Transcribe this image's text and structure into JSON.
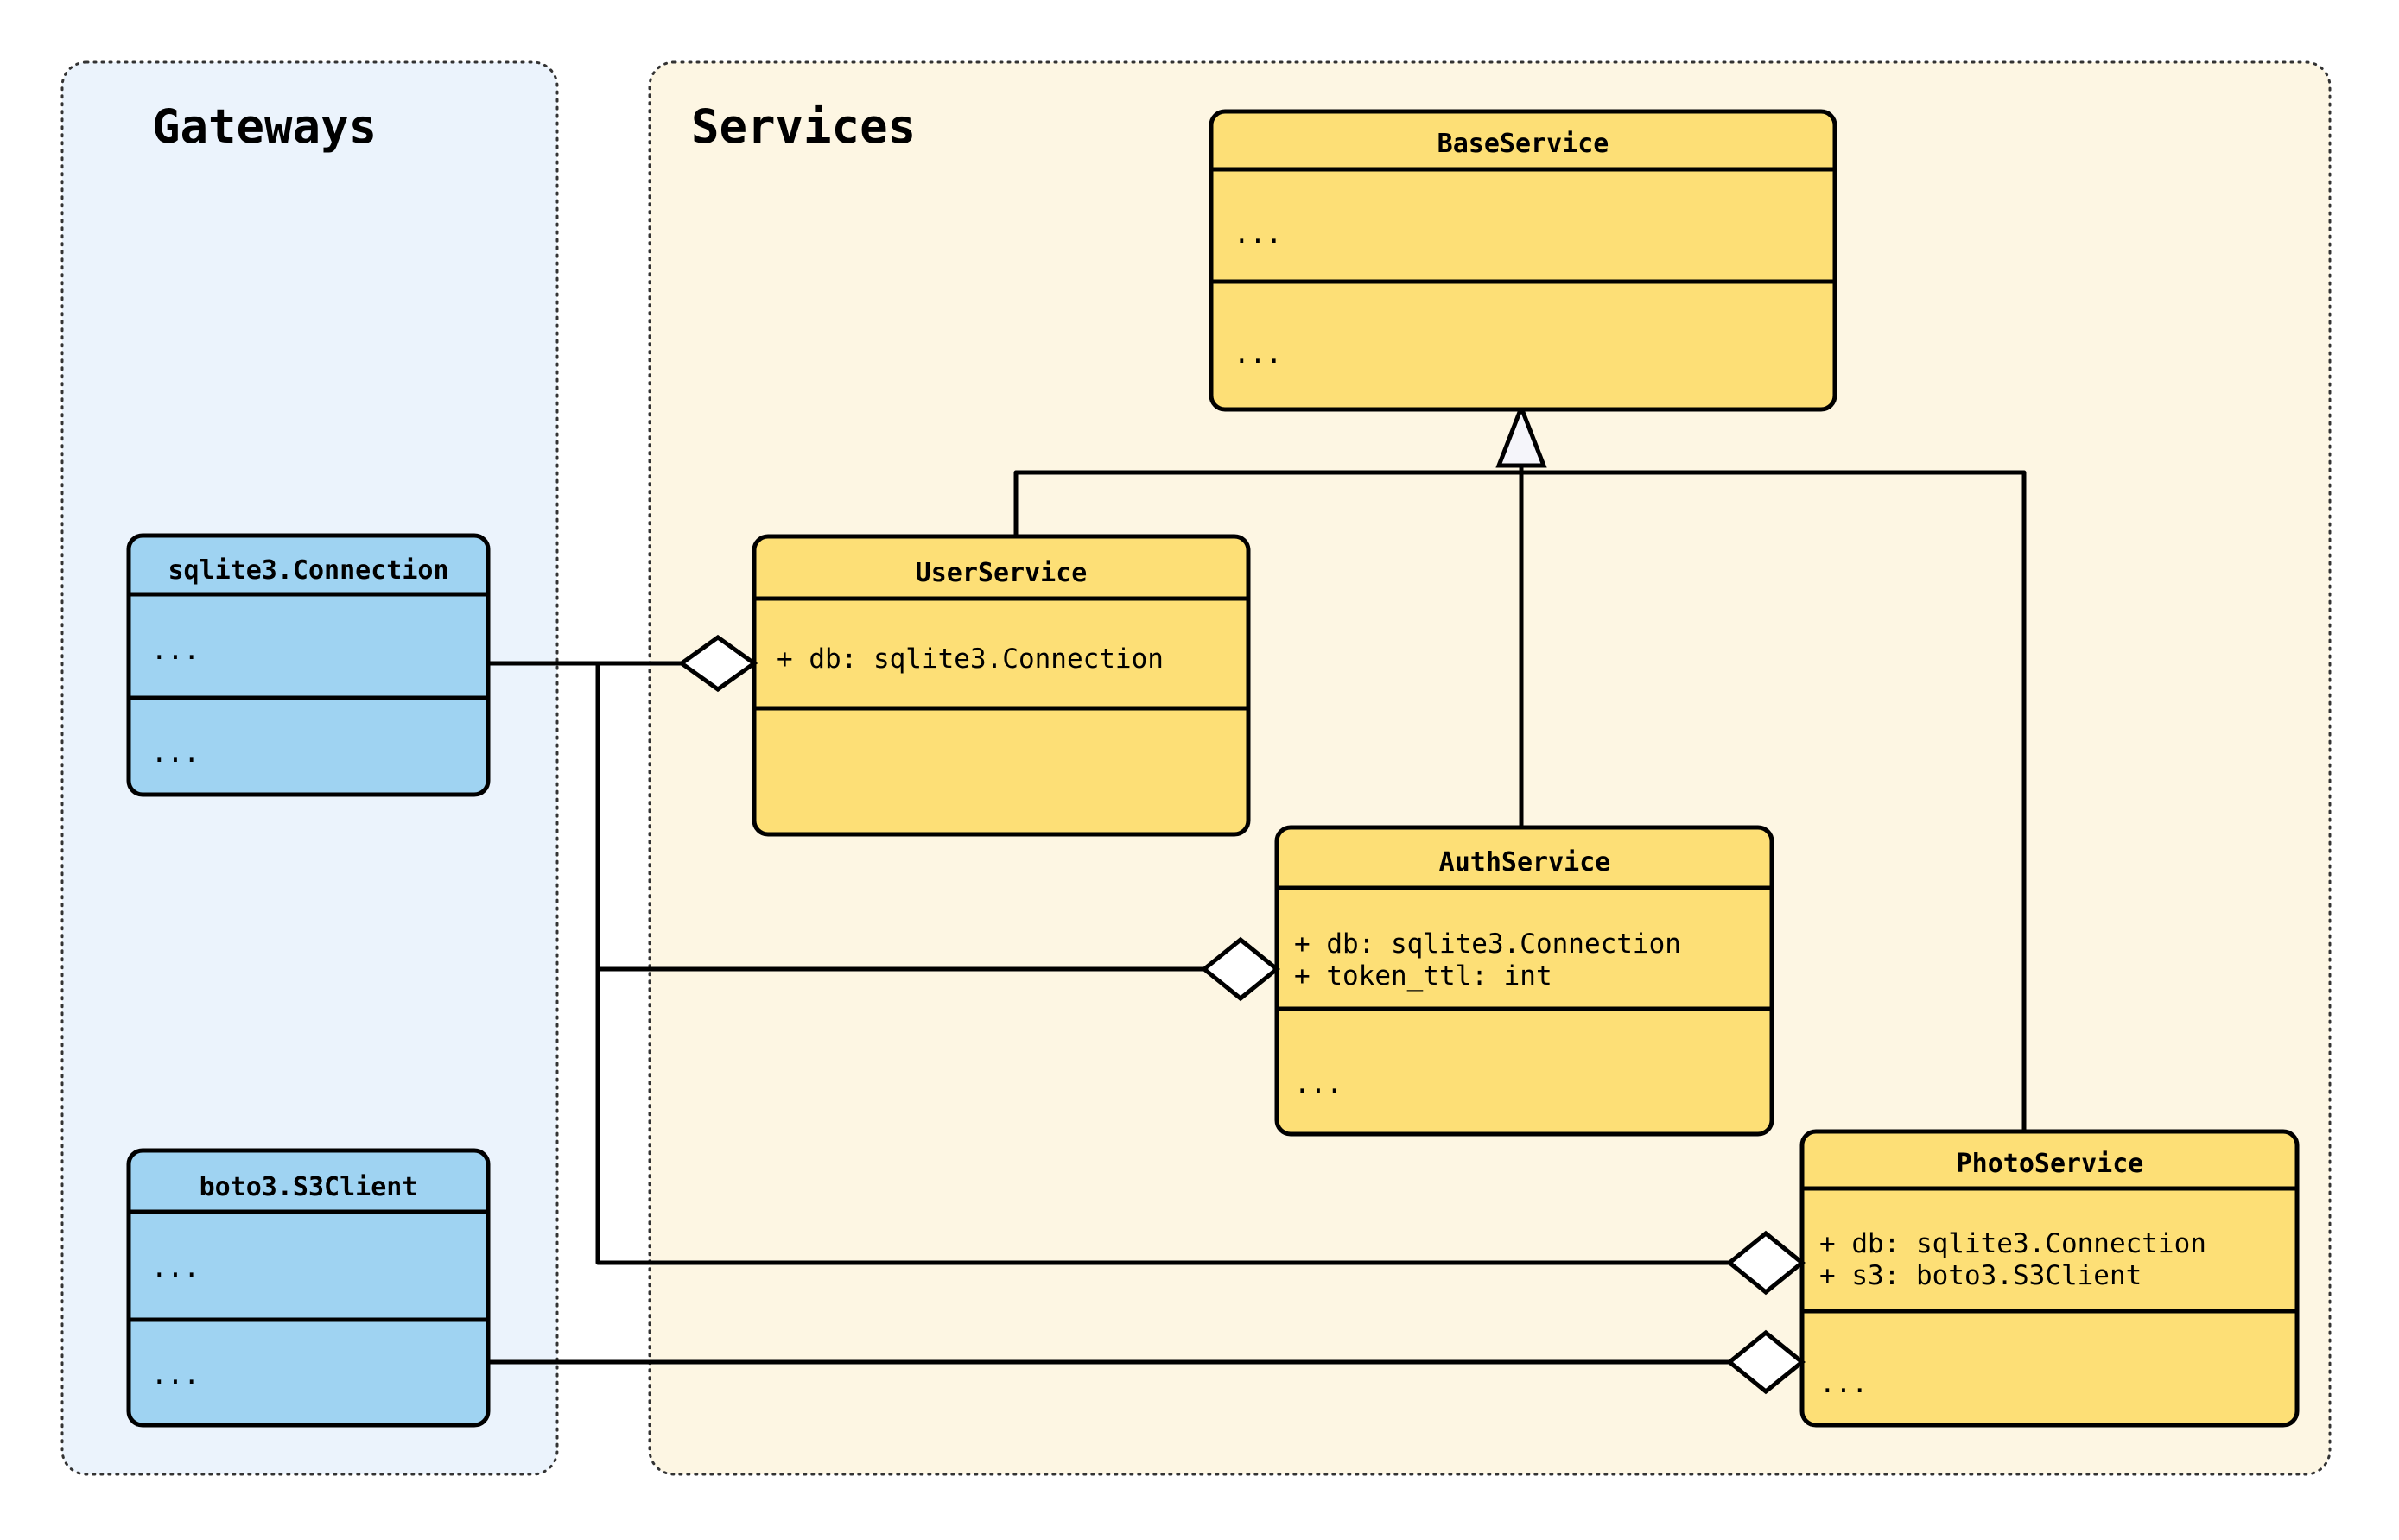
{
  "diagram": {
    "type": "uml-class-diagram",
    "background": "#ffffff",
    "packages": [
      {
        "id": "gateways",
        "title": "Gateways",
        "fill": "#ebf3fc",
        "border": "#333333"
      },
      {
        "id": "services",
        "title": "Services",
        "fill": "#fdf6e3",
        "border": "#333333"
      }
    ],
    "classes": [
      {
        "id": "sqlite3-connection",
        "name": "sqlite3.Connection",
        "package": "gateways",
        "fill": "#9fd3f2",
        "attributes": [
          "..."
        ],
        "methods": [
          "..."
        ]
      },
      {
        "id": "boto3-s3client",
        "name": "boto3.S3Client",
        "package": "gateways",
        "fill": "#9fd3f2",
        "attributes": [
          "..."
        ],
        "methods": [
          "..."
        ]
      },
      {
        "id": "baseservice",
        "name": "BaseService",
        "package": "services",
        "fill": "#fddf76",
        "attributes": [
          "..."
        ],
        "methods": [
          "..."
        ]
      },
      {
        "id": "userservice",
        "name": "UserService",
        "package": "services",
        "fill": "#fddf76",
        "attributes": [
          "+ db: sqlite3.Connection"
        ],
        "methods": []
      },
      {
        "id": "authservice",
        "name": "AuthService",
        "package": "services",
        "fill": "#fddf76",
        "attributes": [
          "+ db: sqlite3.Connection",
          "+ token_ttl: int"
        ],
        "methods": [
          "..."
        ]
      },
      {
        "id": "photoservice",
        "name": "PhotoService",
        "package": "services",
        "fill": "#fddf76",
        "attributes": [
          "+ db: sqlite3.Connection",
          "+ s3: boto3.S3Client"
        ],
        "methods": [
          "..."
        ]
      }
    ],
    "relationships": [
      {
        "kind": "inheritance",
        "from": "userservice",
        "to": "baseservice",
        "marker": "hollow-triangle"
      },
      {
        "kind": "inheritance",
        "from": "authservice",
        "to": "baseservice",
        "marker": "hollow-triangle"
      },
      {
        "kind": "inheritance",
        "from": "photoservice",
        "to": "baseservice",
        "marker": "hollow-triangle"
      },
      {
        "kind": "aggregation",
        "from": "sqlite3-connection",
        "to": "userservice",
        "marker": "hollow-diamond"
      },
      {
        "kind": "aggregation",
        "from": "sqlite3-connection",
        "to": "authservice",
        "marker": "hollow-diamond"
      },
      {
        "kind": "aggregation",
        "from": "sqlite3-connection",
        "to": "photoservice",
        "marker": "hollow-diamond"
      },
      {
        "kind": "aggregation",
        "from": "boto3-s3client",
        "to": "photoservice",
        "marker": "hollow-diamond"
      }
    ]
  }
}
